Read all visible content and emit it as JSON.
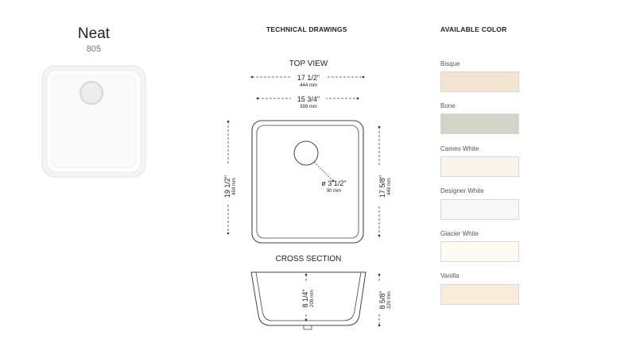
{
  "product": {
    "name": "Neat",
    "code": "805"
  },
  "drawings": {
    "heading": "TECHNICAL DRAWINGS",
    "top_view_label": "TOP VIEW",
    "cross_section_label": "CROSS SECTION",
    "outer_width": {
      "imperial": "17 1/2\"",
      "metric": "444 mm"
    },
    "inner_width": {
      "imperial": "15 3/4\"",
      "metric": "399 mm"
    },
    "outer_length": {
      "imperial": "19 1/2\"",
      "metric": "494 mm"
    },
    "inner_length": {
      "imperial": "17 5/8\"",
      "metric": "449 mm"
    },
    "drain": {
      "imperial": "ø 3 1/2\"",
      "metric": "90 mm"
    },
    "inner_depth": {
      "imperial": "8 1/4\"",
      "metric": "208 mm"
    },
    "outer_depth": {
      "imperial": "8 5/8\"",
      "metric": "220 mm"
    }
  },
  "colors": {
    "heading": "AVAILABLE COLOR",
    "items": [
      {
        "name": "Bisque",
        "hex": "#f4e4d2"
      },
      {
        "name": "Bone",
        "hex": "#d3d4c8"
      },
      {
        "name": "Cameo White",
        "hex": "#faf5ea"
      },
      {
        "name": "Designer White",
        "hex": "#f8f8f8"
      },
      {
        "name": "Glacier White",
        "hex": "#fdfbf4"
      },
      {
        "name": "Vanilla",
        "hex": "#f9ecd8"
      }
    ]
  }
}
